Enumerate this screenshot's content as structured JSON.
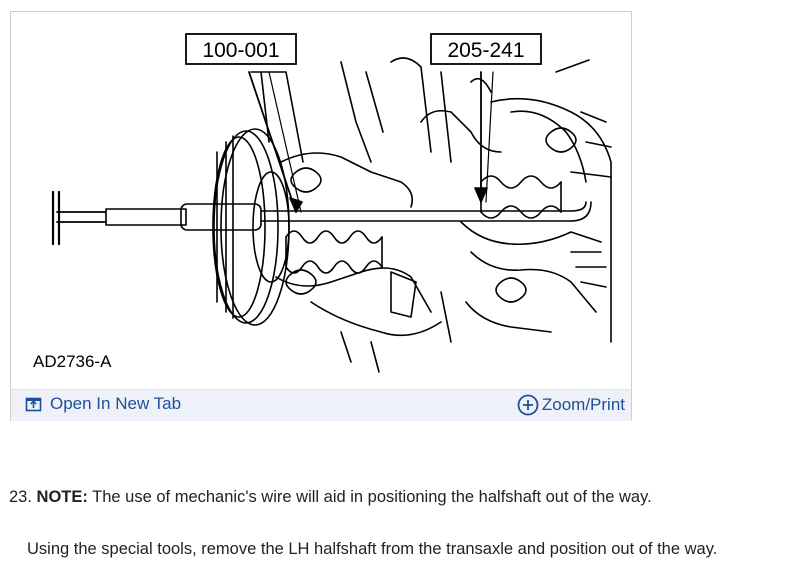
{
  "figure": {
    "callouts": [
      "100-001",
      "205-241"
    ],
    "figure_id": "AD2736-A",
    "toolbar": {
      "open_tab_label": "Open In New Tab",
      "zoom_print_label": "Zoom/Print"
    }
  },
  "step": {
    "number": "23.",
    "note_label": "NOTE:",
    "note_text": " The use of mechanic's wire will aid in positioning the halfshaft out of the way.",
    "instruction": "Using the special tools, remove the LH halfshaft from the transaxle and position out of the way."
  },
  "colors": {
    "link": "#1f4e9a",
    "toolbar_bg": "#eef1f8"
  }
}
